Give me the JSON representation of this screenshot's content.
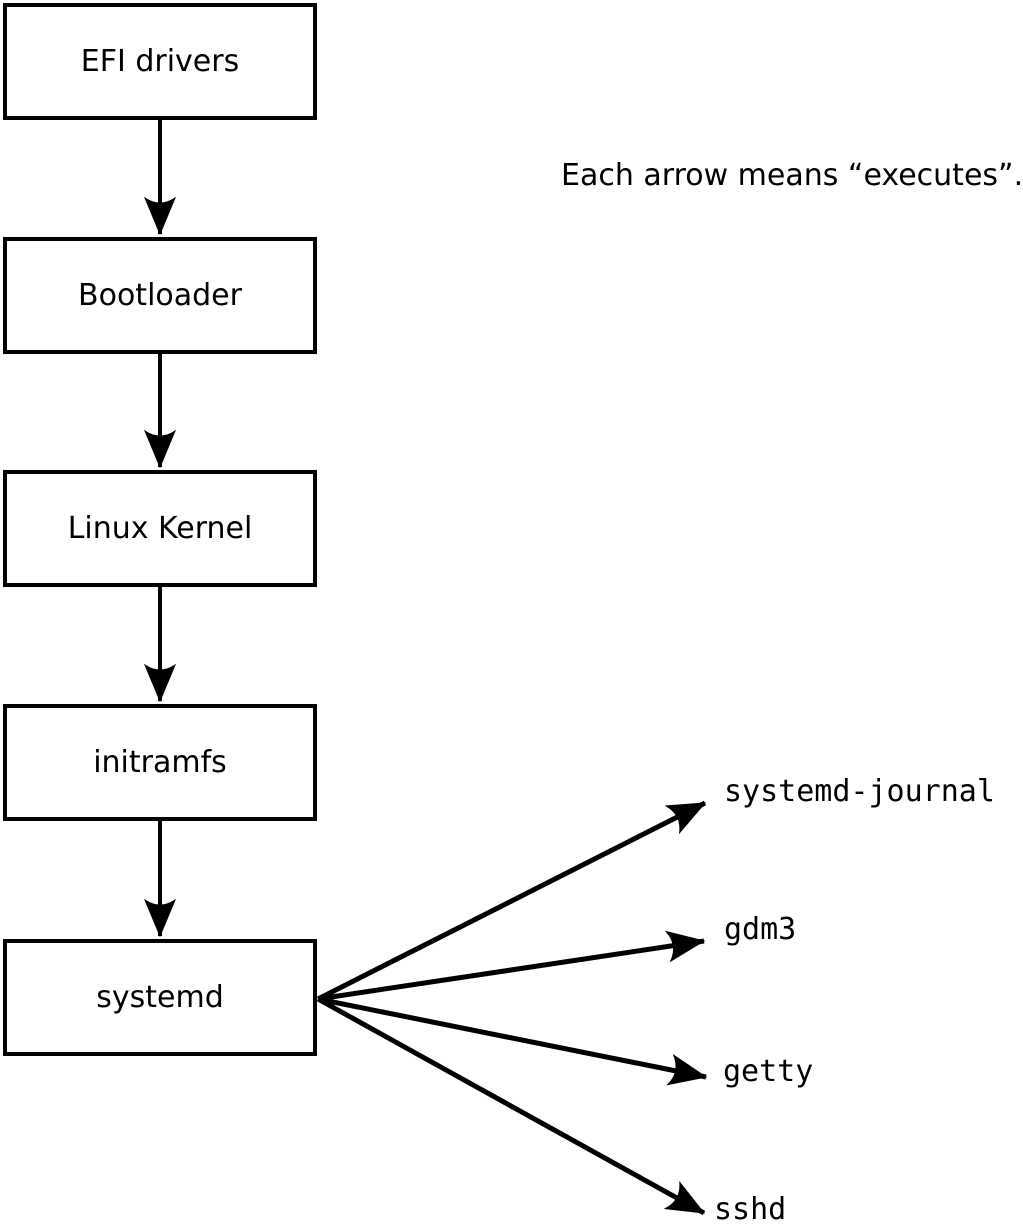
{
  "diagram": {
    "annotation": "Each arrow means “executes”.",
    "boot_chain": [
      {
        "id": "efi-drivers",
        "label": "EFI drivers"
      },
      {
        "id": "bootloader",
        "label": "Bootloader"
      },
      {
        "id": "linux-kernel",
        "label": "Linux Kernel"
      },
      {
        "id": "initramfs",
        "label": "initramfs"
      },
      {
        "id": "systemd",
        "label": "systemd"
      }
    ],
    "spawned_processes": [
      {
        "id": "systemd-journal",
        "label": "systemd-journal"
      },
      {
        "id": "gdm3",
        "label": "gdm3"
      },
      {
        "id": "getty",
        "label": "getty"
      },
      {
        "id": "sshd",
        "label": "sshd"
      }
    ],
    "colors": {
      "stroke": "#000000",
      "background": "#ffffff",
      "box_fill": "#ffffff",
      "text": "#000000"
    }
  }
}
